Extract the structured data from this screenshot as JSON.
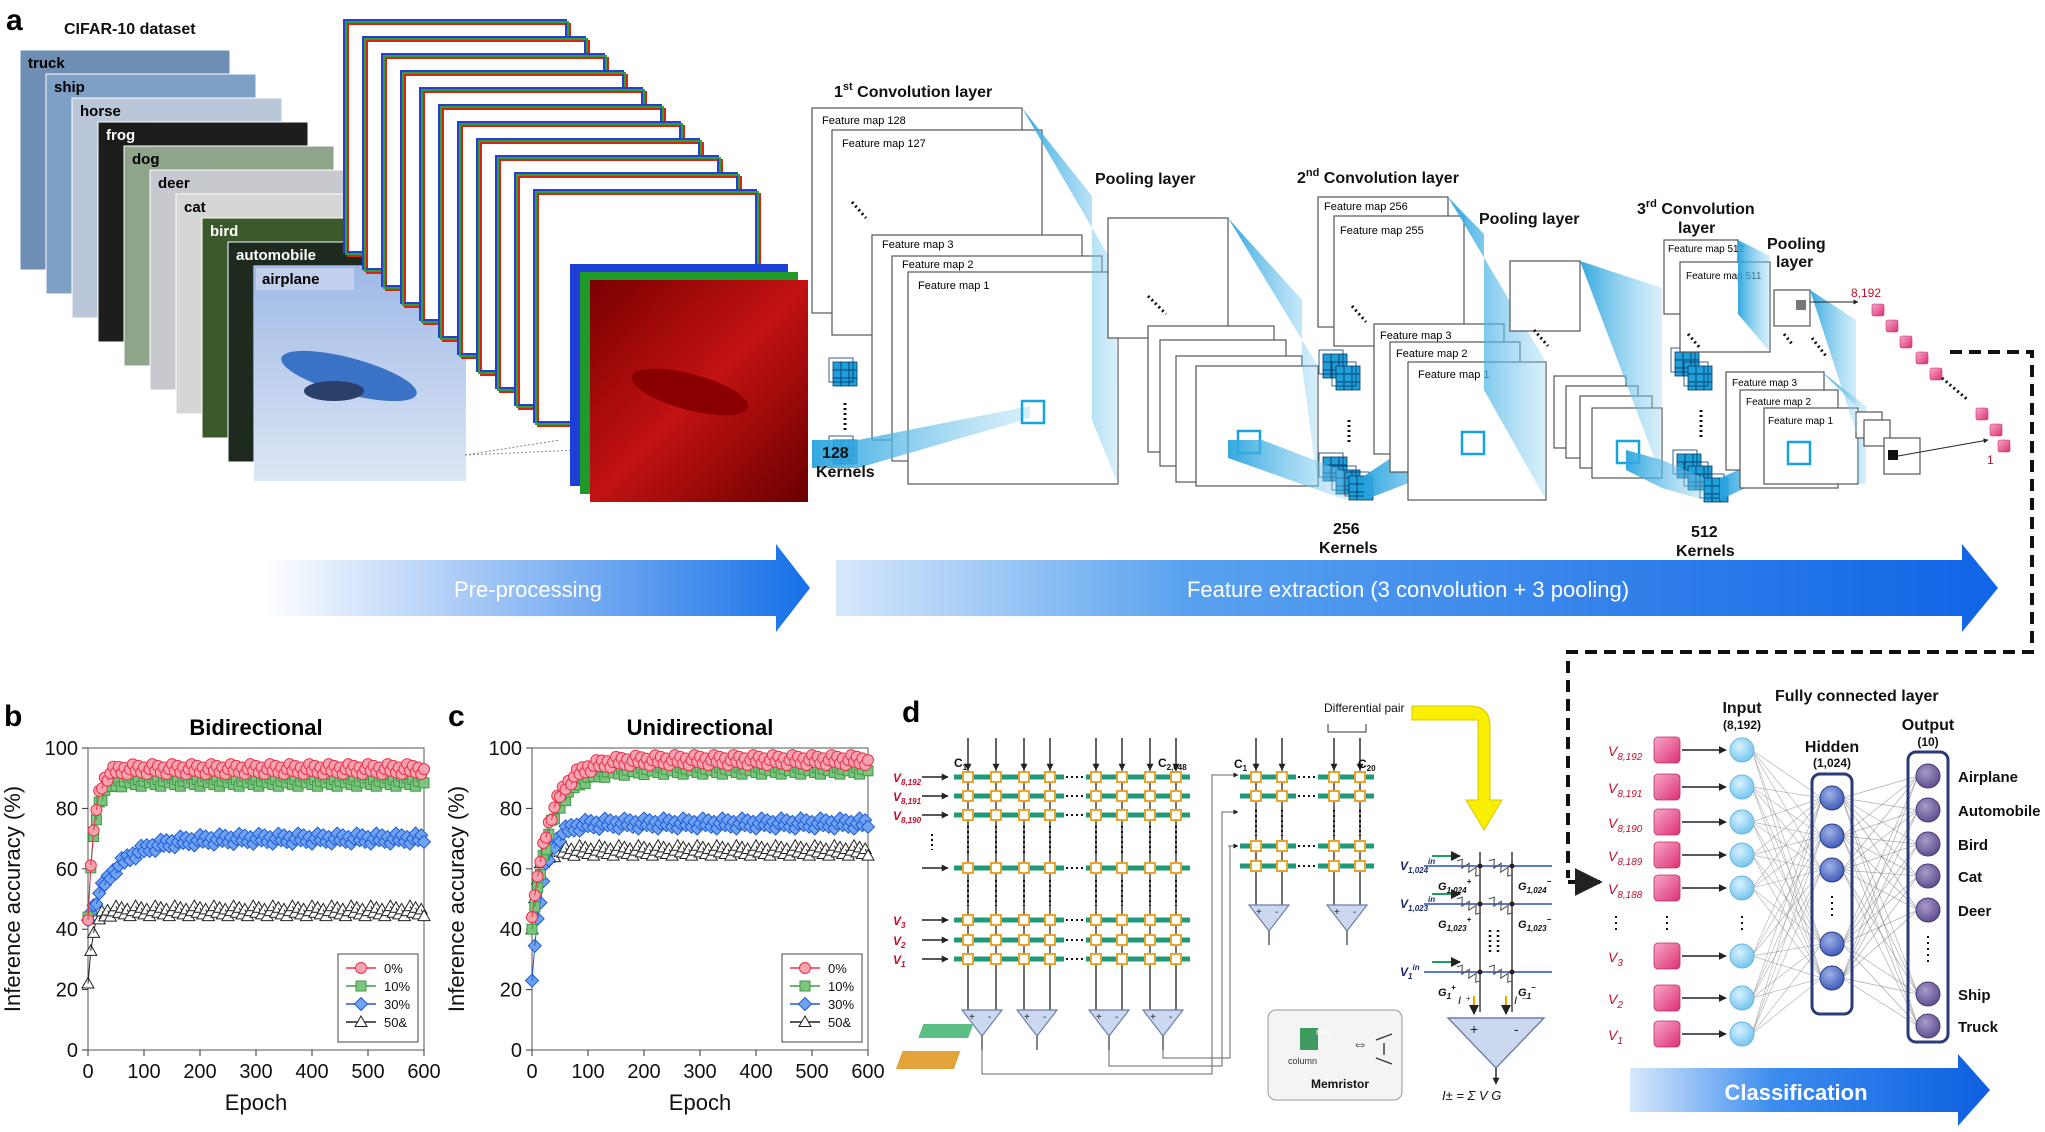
{
  "panel_a": {
    "letter": "a",
    "dataset_title": "CIFAR-10 dataset",
    "images": [
      "truck",
      "ship",
      "horse",
      "frog",
      "dog",
      "deer",
      "cat",
      "bird",
      "automobile",
      "airplane"
    ],
    "conv1": {
      "title_pre": "1",
      "title_sup": "st",
      "title_post": " Convolution layer",
      "maps": [
        "Feature map 128",
        "Feature map 127",
        "Feature map 3",
        "Feature map 2",
        "Feature map 1"
      ],
      "kernels_num": "128",
      "kernels_word": "Kernels"
    },
    "pool1": {
      "title": "Pooling layer"
    },
    "conv2": {
      "title_pre": "2",
      "title_sup": "nd",
      "title_post": " Convolution layer",
      "maps": [
        "Feature map 256",
        "Feature map 255",
        "Feature map 3",
        "Feature map 2",
        "Feature map 1"
      ],
      "kernels_num": "256",
      "kernels_word": "Kernels"
    },
    "pool2": {
      "title": "Pooling layer"
    },
    "conv3": {
      "title_pre": "3",
      "title_sup": "rd",
      "title_post": " Convolution",
      "title_line2": "layer",
      "maps": [
        "Feature map 512",
        "Feature map 511",
        "Feature map 3",
        "Feature map 2",
        "Feature map 1"
      ],
      "kernels_num": "512",
      "kernels_word": "Kernels"
    },
    "pool3": {
      "title_line1": "Pooling",
      "title_line2": "layer"
    },
    "flatten": {
      "top": "8,192",
      "bottom": "1"
    },
    "arrow_pre": "Pre-processing",
    "arrow_feat": "Feature extraction (3 convolution + 3 pooling)"
  },
  "panel_b": {
    "letter": "b",
    "chart_data": {
      "type": "scatter",
      "title": "Bidirectional",
      "xlabel": "Epoch",
      "ylabel": "Inference accuracy (%)",
      "xlim": [
        0,
        600
      ],
      "ylim": [
        0,
        100
      ],
      "xticks": [
        "0",
        "100",
        "200",
        "300",
        "400",
        "500",
        "600"
      ],
      "yticks": [
        "0",
        "20",
        "40",
        "60",
        "80",
        "100"
      ],
      "legend_position": "bottom-right",
      "series": [
        {
          "name": "0%",
          "color": "#e8334a",
          "fill": "#f5a3b0",
          "marker": "circle",
          "start": 43,
          "plateau": 93,
          "rate": 0.09
        },
        {
          "name": "10%",
          "color": "#3e9a45",
          "fill": "#7cc47f",
          "marker": "square",
          "start": 44,
          "plateau": 89,
          "rate": 0.09
        },
        {
          "name": "30%",
          "color": "#1f5bd6",
          "fill": "#6fa3f2",
          "marker": "diamond",
          "start": 43,
          "plateau": 70,
          "rate": 0.02
        },
        {
          "name": "50&",
          "color": "#222222",
          "fill": "#ffffff",
          "marker": "triangle",
          "start": 22,
          "plateau": 46,
          "rate": 0.12
        }
      ]
    }
  },
  "panel_c": {
    "letter": "c",
    "chart_data": {
      "type": "scatter",
      "title": "Unidirectional",
      "xlabel": "Epoch",
      "ylabel": "Inference accuracy (%)",
      "xlim": [
        0,
        600
      ],
      "ylim": [
        0,
        100
      ],
      "xticks": [
        "0",
        "100",
        "200",
        "300",
        "400",
        "500",
        "600"
      ],
      "yticks": [
        "0",
        "20",
        "40",
        "60",
        "80",
        "100"
      ],
      "legend_position": "bottom-right",
      "series": [
        {
          "name": "0%",
          "color": "#e8334a",
          "fill": "#f5a3b0",
          "marker": "circle",
          "start": 44,
          "plateau": 96,
          "rate": 0.03
        },
        {
          "name": "10%",
          "color": "#3e9a45",
          "fill": "#7cc47f",
          "marker": "square",
          "start": 40,
          "plateau": 93,
          "rate": 0.03
        },
        {
          "name": "30%",
          "color": "#1f5bd6",
          "fill": "#6fa3f2",
          "marker": "diamond",
          "start": 23,
          "plateau": 75,
          "rate": 0.05
        },
        {
          "name": "50&",
          "color": "#222222",
          "fill": "#ffffff",
          "marker": "triangle",
          "start": 40,
          "plateau": 66,
          "rate": 0.1
        }
      ]
    }
  },
  "panel_d": {
    "letter": "d",
    "col_first": "C",
    "col_first_sub": "1",
    "col_last": "C",
    "col_last_sub": "2,048",
    "col2_first": "C",
    "col2_first_sub": "1",
    "col2_last": "C",
    "col2_last_sub": "20",
    "diff_pair": "Differential pair",
    "row_labels": [
      {
        "v": "V",
        "s": "8,192"
      },
      {
        "v": "V",
        "s": "8,191"
      },
      {
        "v": "V",
        "s": "8,190"
      },
      {
        "v": "V",
        "s": "3"
      },
      {
        "v": "V",
        "s": "2"
      },
      {
        "v": "V",
        "s": "1"
      }
    ],
    "mem_label": "Memristor",
    "mem_row": "row",
    "mem_col": "column",
    "eq": "I± = Σ V G",
    "v1024": "V",
    "g_labels": [
      "G1,024+",
      "G1,024−",
      "G1,023+",
      "G1,023−",
      "G1+",
      "G1−"
    ]
  },
  "panel_fc": {
    "title": "Fully connected layer",
    "input_title": "Input",
    "input_sub": "(8,192)",
    "hidden_title": "Hidden",
    "hidden_sub": "(1,024)",
    "output_title": "Output",
    "output_sub": "(10)",
    "inputs": [
      {
        "v": "V",
        "s": "8,192"
      },
      {
        "v": "V",
        "s": "8,191"
      },
      {
        "v": "V",
        "s": "8,190"
      },
      {
        "v": "V",
        "s": "8,189"
      },
      {
        "v": "V",
        "s": "8,188"
      },
      {
        "v": "V",
        "s": "3"
      },
      {
        "v": "V",
        "s": "2"
      },
      {
        "v": "V",
        "s": "1"
      }
    ],
    "outputs": [
      "Airplane",
      "Automobile",
      "Bird",
      "Cat",
      "Deer",
      "Ship",
      "Truck"
    ],
    "arrow": "Classification"
  }
}
